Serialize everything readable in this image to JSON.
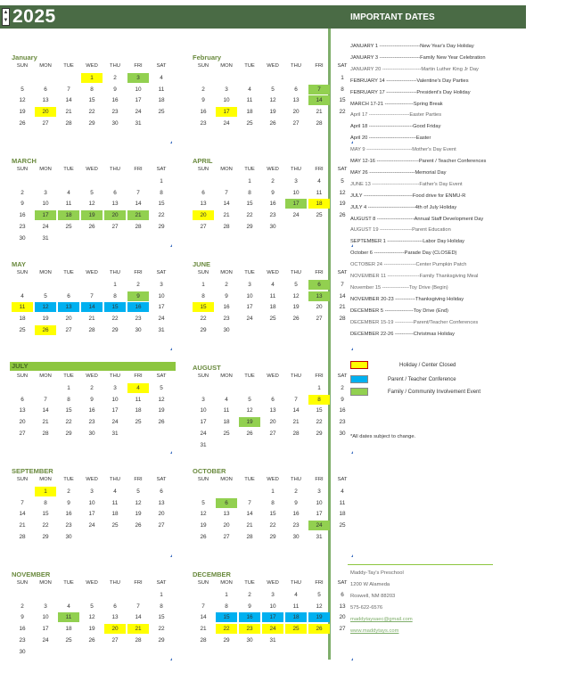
{
  "header": {
    "year": "2025",
    "important_title": "IMPORTANT DATES"
  },
  "colors": {
    "holiday": "#ffff00",
    "conference": "#00b0f0",
    "family": "#92d050",
    "header_bg": "#4a6b45"
  },
  "weekdays": [
    "SUN",
    "MON",
    "TUE",
    "WED",
    "THU",
    "FRI",
    "SAT"
  ],
  "months": [
    {
      "name": "January",
      "start": 3,
      "days": 31,
      "highlights": {
        "1": "holiday",
        "3": "family",
        "20": "holiday"
      }
    },
    {
      "name": "February",
      "start": 6,
      "days": 28,
      "highlights": {
        "7": "family",
        "14": "family",
        "17": "holiday"
      }
    },
    {
      "name": "MARCH",
      "start": 6,
      "days": 31,
      "highlights": {
        "17": "family",
        "18": "family",
        "19": "family",
        "20": "family",
        "21": "family"
      }
    },
    {
      "name": "APRIL",
      "start": 2,
      "days": 30,
      "highlights": {
        "17": "family",
        "18": "holiday",
        "20": "holiday"
      }
    },
    {
      "name": "MAY",
      "start": 4,
      "days": 31,
      "highlights": {
        "9": "family",
        "11": "holiday",
        "12": "conference",
        "13": "conference",
        "14": "conference",
        "15": "conference",
        "16": "conference",
        "26": "holiday"
      }
    },
    {
      "name": "JUNE",
      "start": 0,
      "days": 30,
      "highlights": {
        "6": "family",
        "13": "family",
        "15": "holiday"
      }
    },
    {
      "name": "JULY",
      "start": 2,
      "days": 31,
      "bar": true,
      "highlights": {
        "4": "holiday"
      }
    },
    {
      "name": "AUGUST",
      "start": 5,
      "days": 31,
      "highlights": {
        "8": "holiday",
        "19": "family"
      }
    },
    {
      "name": "SEPTEMBER",
      "start": 1,
      "days": 30,
      "highlights": {
        "1": "holiday"
      }
    },
    {
      "name": "OCTOBER",
      "start": 3,
      "days": 31,
      "highlights": {
        "6": "family",
        "24": "family"
      }
    },
    {
      "name": "NOVEMBER",
      "start": 6,
      "days": 30,
      "highlights": {
        "11": "family",
        "20": "holiday",
        "21": "holiday"
      }
    },
    {
      "name": "DECEMBER",
      "start": 1,
      "days": 31,
      "highlights": {
        "15": "conference",
        "16": "conference",
        "17": "conference",
        "18": "conference",
        "19": "conference",
        "22": "holiday",
        "23": "holiday",
        "24": "holiday",
        "25": "holiday",
        "26": "holiday"
      }
    }
  ],
  "events": [
    {
      "date": "JANUARY 1",
      "dashes": "------------------------",
      "name": "New Year's Day Holiday"
    },
    {
      "date": "JANUARY 3",
      "dashes": "------------------------",
      "name": "Family New Year Celebration"
    },
    {
      "date": "JANUARY 20",
      "dashes": "-----------------------",
      "name": "Martin Luther King Jr Day",
      "gray": true
    },
    {
      "date": "FEBRUARY 14",
      "dashes": "------------------",
      "name": "Valentine's Day Parties"
    },
    {
      "date": "FEBRUARY 17",
      "dashes": "------------------",
      "name": "President's Day Holiday"
    },
    {
      "date": "MARCH 17-21",
      "dashes": "-----------------",
      "name": "Spring Break"
    },
    {
      "date": "April 17",
      "dashes": "------------------------",
      "name": "Easter Parties",
      "gray": true
    },
    {
      "date": "April 18",
      "dashes": "--------------------------",
      "name": "Good Friday"
    },
    {
      "date": "April 20",
      "dashes": "----------------------------",
      "name": "Easter"
    },
    {
      "date": "MAY 9",
      "dashes": "---------------------------",
      "name": "Mother's Day Event",
      "gray": true
    },
    {
      "date": "MAY 12-16",
      "dashes": "-------------------------",
      "name": "Parent / Teacher Conferences"
    },
    {
      "date": "MAY 26",
      "dashes": "---------------------------",
      "name": "Memorial Day"
    },
    {
      "date": "JUNE 13",
      "dashes": "----------------------------",
      "name": "Father's Day Event",
      "gray": true
    },
    {
      "date": "JULY",
      "dashes": "-----------------------------",
      "name": "Food drive for ENMU-R"
    },
    {
      "date": "JULY 4",
      "dashes": "----------------------------",
      "name": "4th of July Holiday"
    },
    {
      "date": "AUGUST 8",
      "dashes": "----------------------",
      "name": "Annual Staff Development Day"
    },
    {
      "date": "AUGUST 19",
      "dashes": "-------------------",
      "name": "Parent Education",
      "gray": true
    },
    {
      "date": "SEPTEMBER 1",
      "dashes": "---------------------",
      "name": "Labor Day Holiday"
    },
    {
      "date": "October 6",
      "dashes": "------------------",
      "name": "Parade Day (CLOSED)"
    },
    {
      "date": "OCTOBER 24",
      "dashes": "-------------------",
      "name": "Center Pumpkin Patch",
      "gray": true
    },
    {
      "date": "NOVEMBER 11",
      "dashes": "-------------------",
      "name": "Family Thanksgiving Meal",
      "gray": true
    },
    {
      "date": "November 15",
      "dashes": "----------------",
      "name": "Toy Drive (Begin)",
      "gray": true
    },
    {
      "date": "NOVEMBER 20-23",
      "dashes": "------------",
      "name": "Thanksgiving Holiday"
    },
    {
      "date": "DECEMBER 5",
      "dashes": "-----------------",
      "name": "Toy Drive (End)"
    },
    {
      "date": "DECEMBER 15-19",
      "dashes": "-----------",
      "name": "Parent/Teacher Conferences",
      "gray": true
    },
    {
      "date": "DECEMBER 22-26",
      "dashes": "-----------",
      "name": "Christmas Holiday"
    }
  ],
  "legend": [
    {
      "type": "holiday",
      "label": "Holiday / Center Closed"
    },
    {
      "type": "conference",
      "label": "Parent / Teacher Conference"
    },
    {
      "type": "family",
      "label": "Family / Community Involvement Event"
    }
  ],
  "note": "*All dates subject to change.",
  "contact": {
    "name": "Maddy-Tay's Preschool",
    "address1": "1200 W Alameda",
    "address2": "Roswell, NM 88203",
    "phone": "575-622-6576",
    "email": "maddytaysaec@gmail.com",
    "website": "www.maddytays.com"
  }
}
